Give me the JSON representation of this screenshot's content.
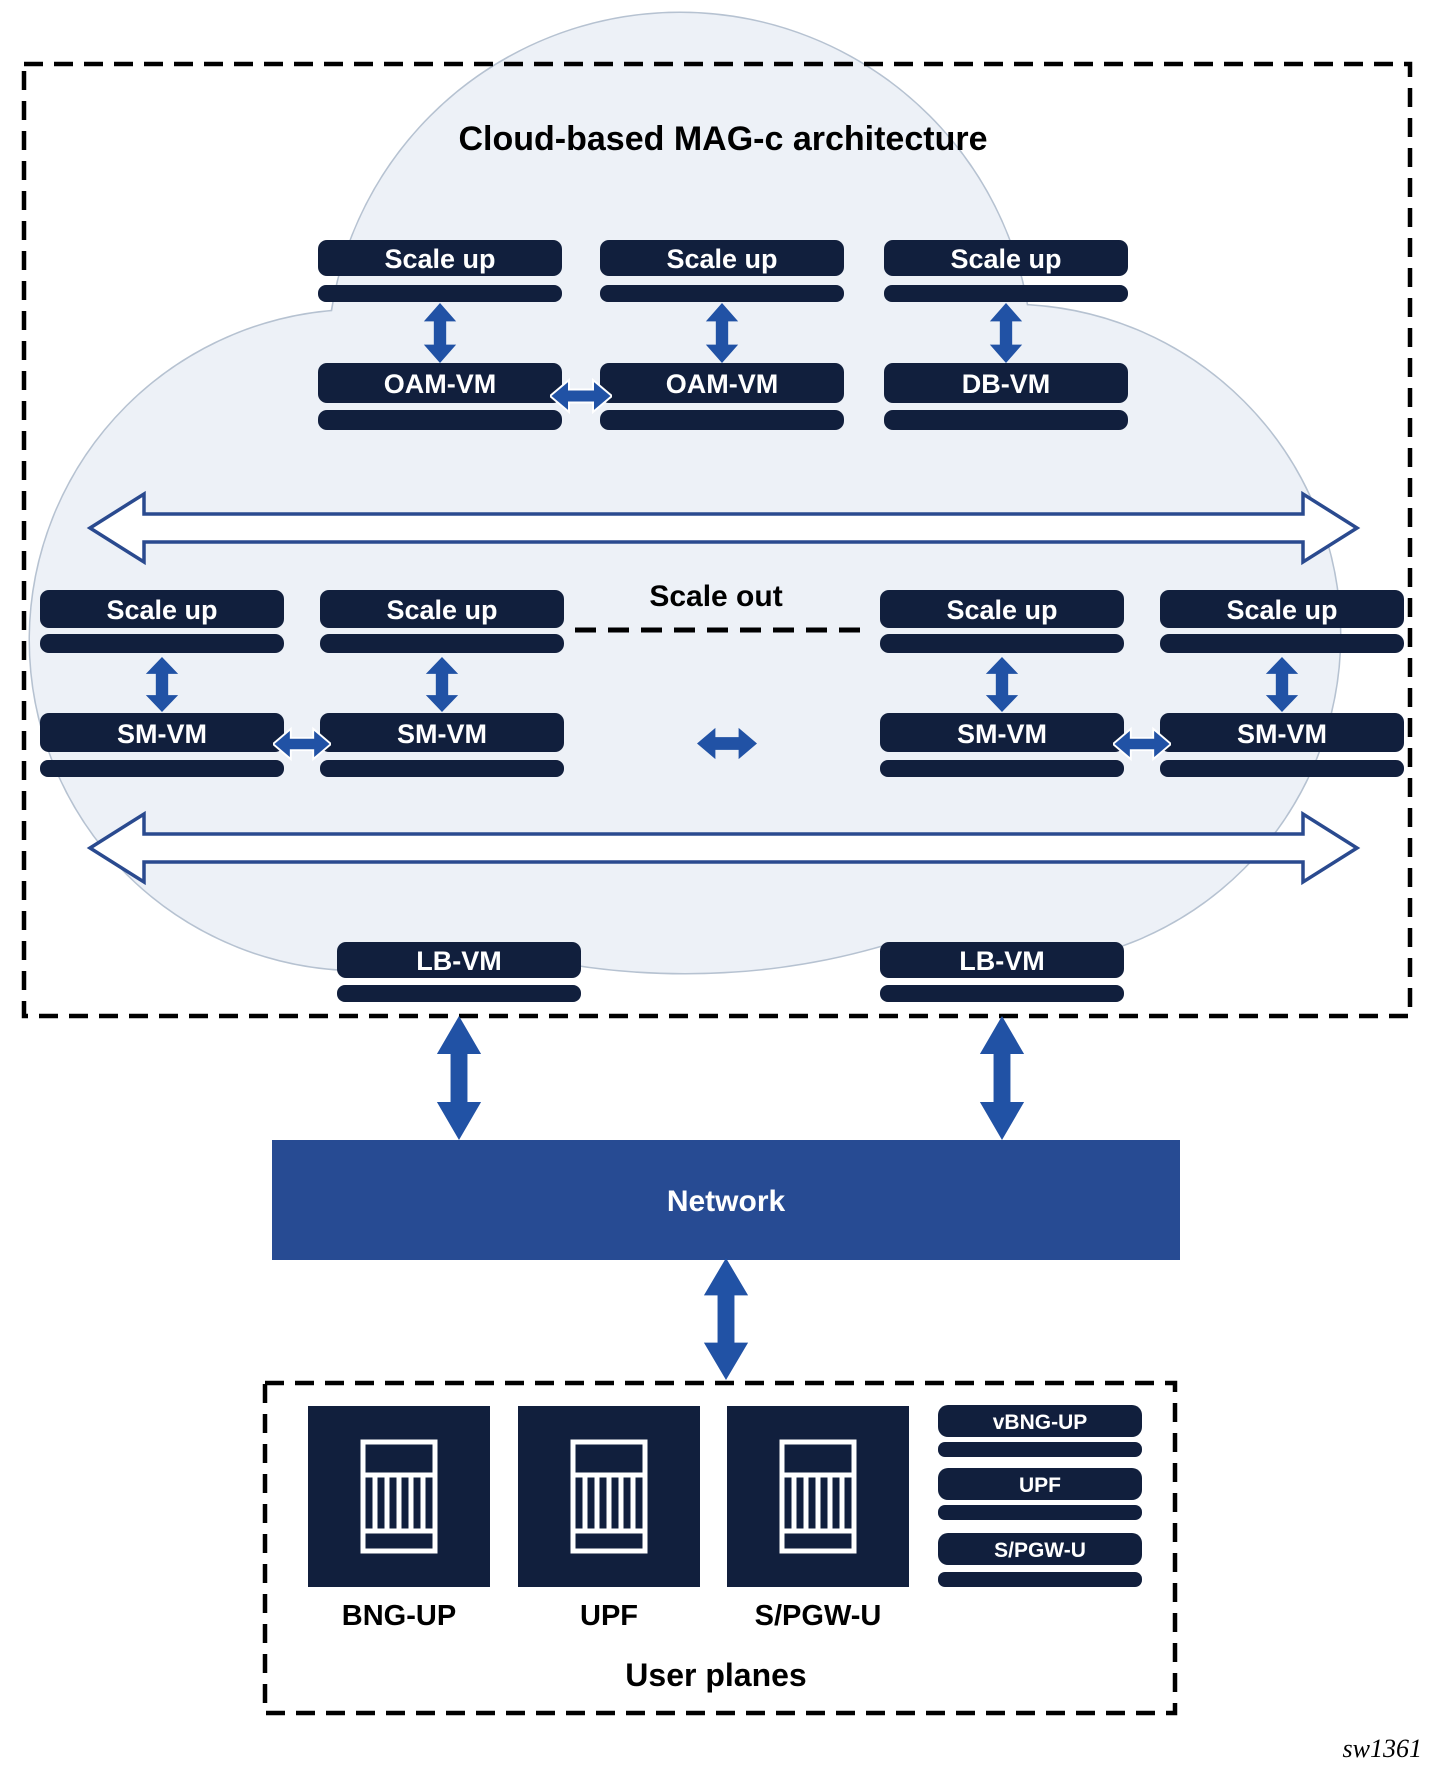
{
  "title": "Cloud-based MAG-c architecture",
  "scale_up": "Scale up",
  "scale_out": "Scale out",
  "vm_top": [
    "OAM-VM",
    "OAM-VM",
    "DB-VM"
  ],
  "vm_mid": [
    "SM-VM",
    "SM-VM",
    "SM-VM",
    "SM-VM"
  ],
  "vm_lb": [
    "LB-VM",
    "LB-VM"
  ],
  "network": "Network",
  "user_planes": {
    "title": "User planes",
    "servers": [
      "BNG-UP",
      "UPF",
      "S/PGW-U"
    ],
    "badges": [
      "vBNG-UP",
      "UPF",
      "S/PGW-U"
    ]
  },
  "figure_code": "sw1361",
  "colors": {
    "navy": "#111F3D",
    "arrow": "#2152A5",
    "netblue": "#274B93",
    "cloudfill": "#EDF1F7",
    "cloudstroke": "#B6C2D1",
    "outline_arrow": "#2A4A8F"
  }
}
